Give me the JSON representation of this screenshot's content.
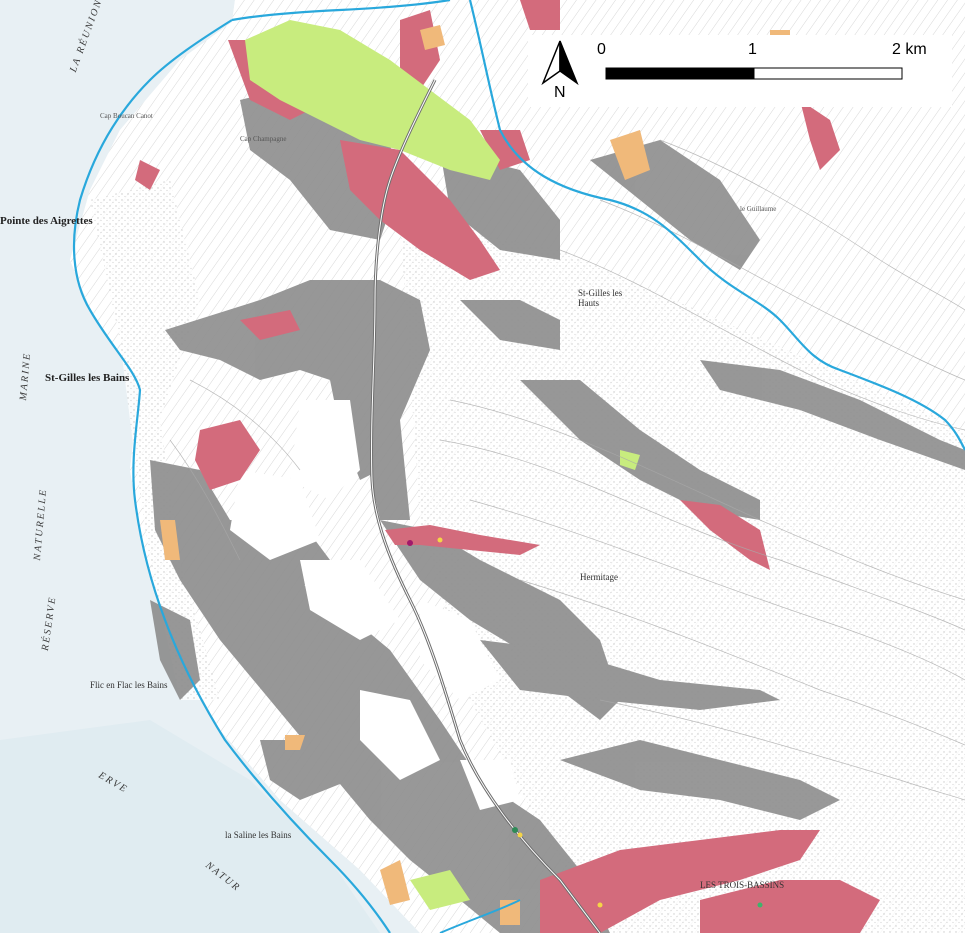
{
  "scale_bar": {
    "label_0": "0",
    "label_1": "1",
    "label_2": "2 km",
    "north": "N"
  },
  "places": {
    "st_gilles_bas": "St-Gilles les Bains",
    "st_gilles_hauts": "St-Gilles les Hauts",
    "saline": "la Saline les Bains",
    "trois_bassins": "LES TROIS-BASSINS",
    "hermitage": "Hermitage",
    "flic": "Flic en Flac les Bains",
    "aigrettes": "Pointe des Aigrettes",
    "guillaume": "le Guillaume",
    "cap_boucan": "Cap Boucan Canot",
    "cap_champagne": "Cap Champagne",
    "la_reunion": "LA RÉUNION",
    "marine": "MARINE",
    "naturelle": "NATURELLE",
    "reserve": "RÉSERVE",
    "reserve_naturelle_s": "ERVE",
    "natur_s": "NATUR"
  },
  "colors": {
    "background": "#ffffff",
    "sea": "#e6eff3",
    "zone_grey": "#8f8f8f",
    "zone_pink": "#d36b7c",
    "zone_green": "#c8ec7e",
    "zone_orange": "#f0b97a",
    "boundary": "#29a8dc",
    "road": "#6e6e6e"
  }
}
